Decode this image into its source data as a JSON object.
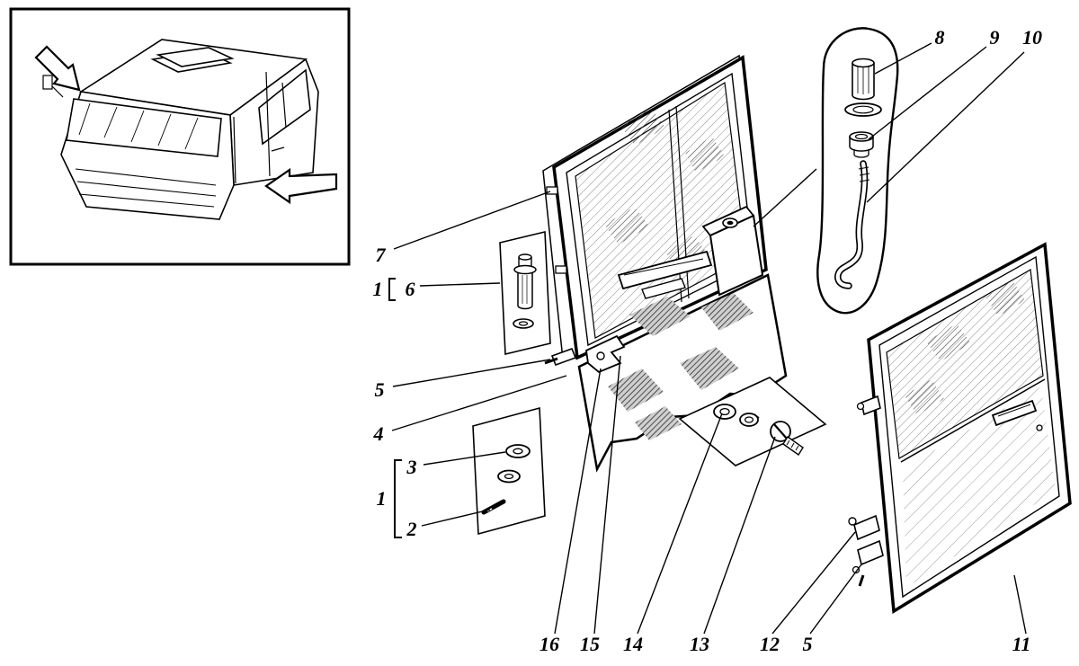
{
  "figure": {
    "ink_color": "#000000",
    "paper_color": "#ffffff",
    "callouts": {
      "c7": "7",
      "c1a": "1",
      "c6": "6",
      "c5a": "5",
      "c4": "4",
      "c3": "3",
      "c1b": "1",
      "c2": "2",
      "c8": "8",
      "c9": "9",
      "c10": "10",
      "c16": "16",
      "c15": "15",
      "c14": "14",
      "c13": "13",
      "c12": "12",
      "c5b": "5",
      "c11": "11"
    }
  }
}
